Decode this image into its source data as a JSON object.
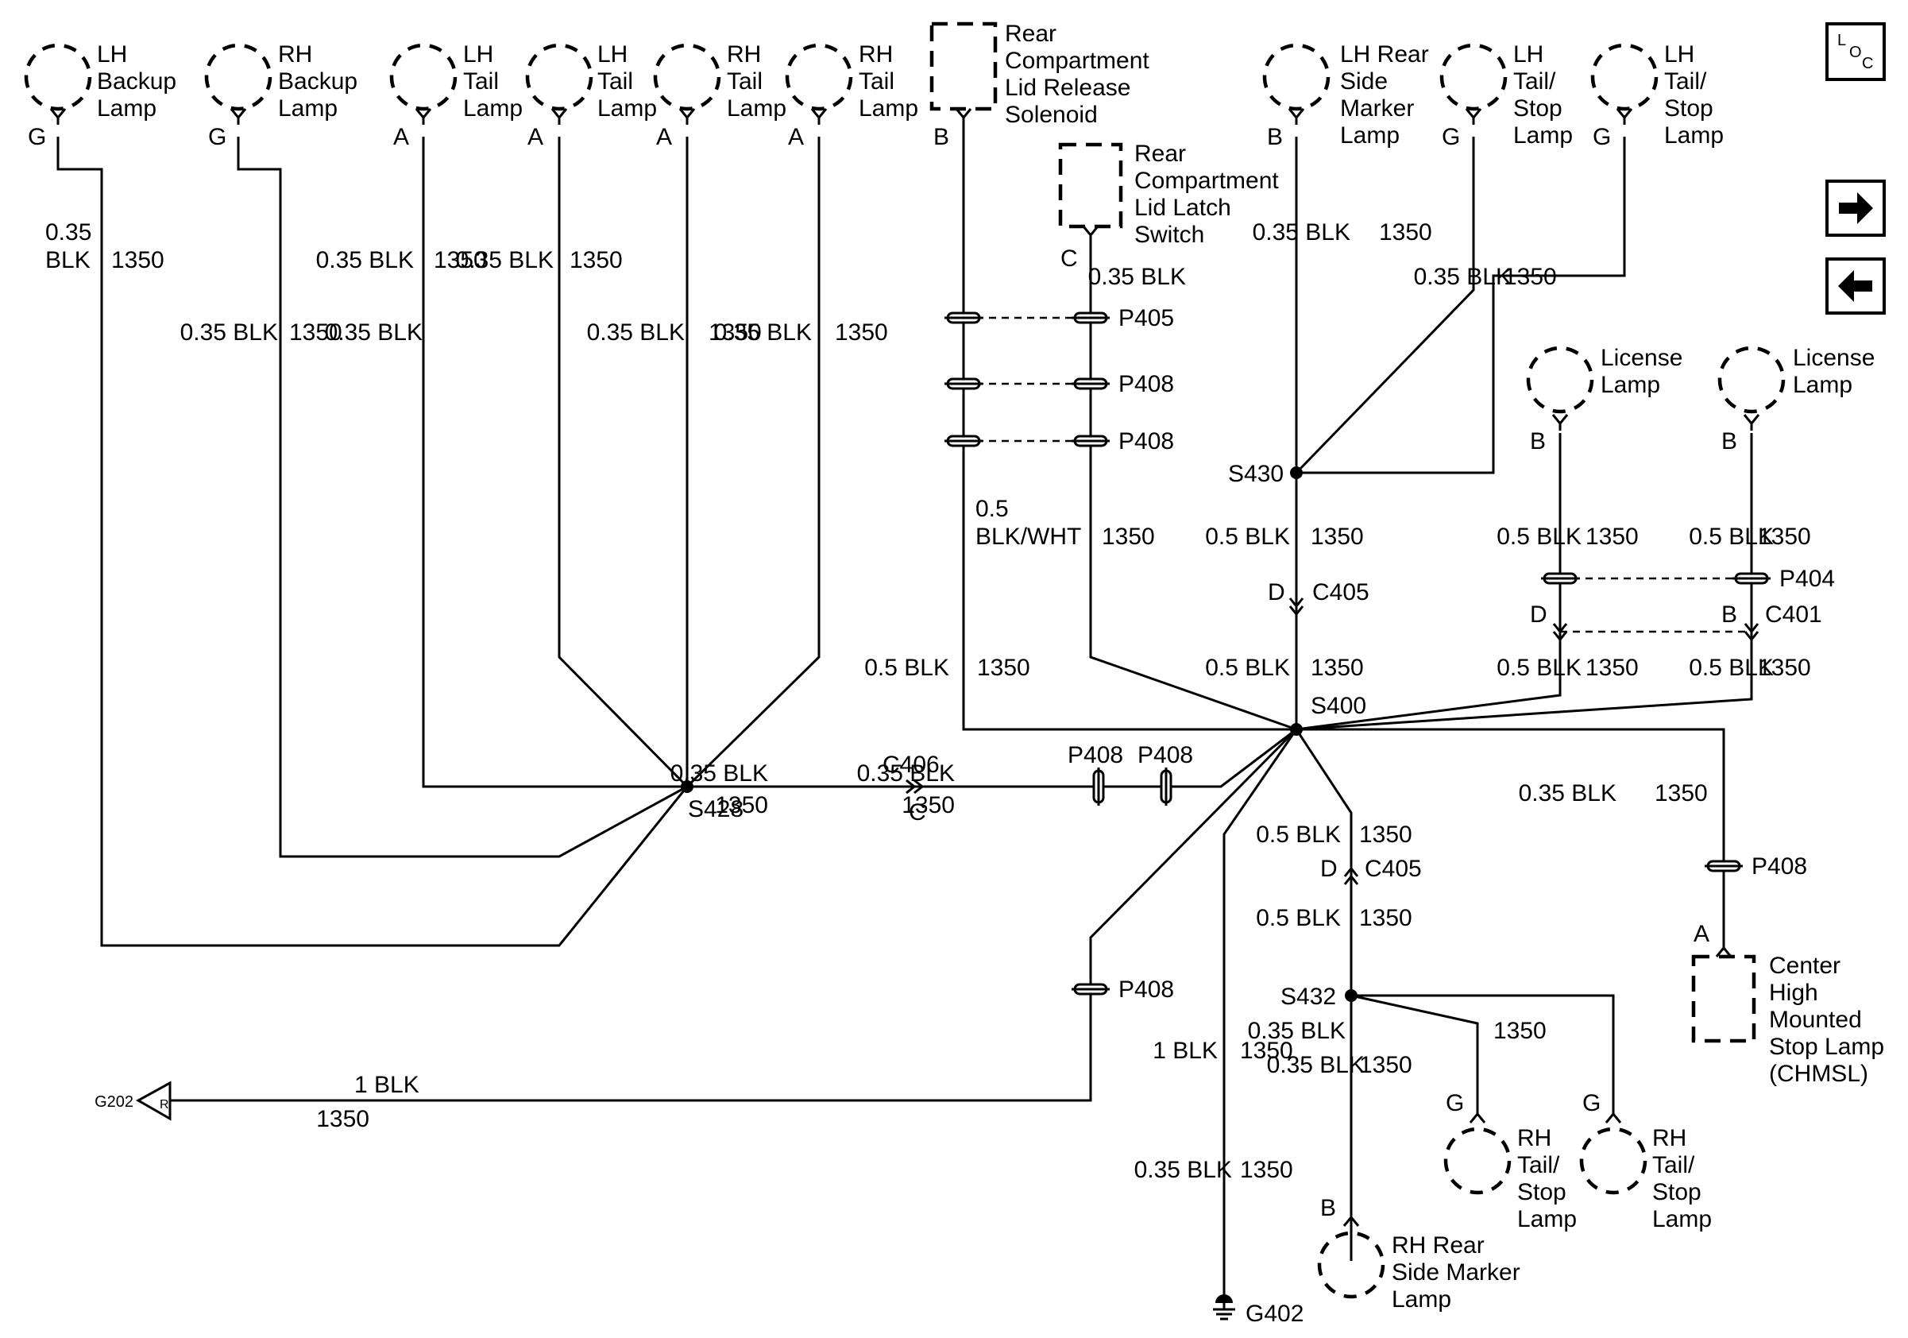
{
  "lamps": {
    "lh_backup": [
      "LH",
      "Backup",
      "Lamp"
    ],
    "rh_backup": [
      "RH",
      "Backup",
      "Lamp"
    ],
    "lh_tail": [
      "LH",
      "Tail",
      "Lamp"
    ],
    "rh_tail": [
      "RH",
      "Tail",
      "Lamp"
    ],
    "lh_rear_side_marker": [
      "LH Rear",
      "Side",
      "Marker",
      "Lamp"
    ],
    "lh_tail_stop": [
      "LH",
      "Tail/",
      "Stop",
      "Lamp"
    ],
    "license": [
      "License",
      "Lamp"
    ],
    "rh_tail_stop": [
      "RH",
      "Tail/",
      "Stop",
      "Lamp"
    ],
    "rh_rear_side_marker": [
      "RH Rear",
      "Side Marker",
      "Lamp"
    ]
  },
  "components": {
    "lid_release": [
      "Rear",
      "Compartment",
      "Lid Release",
      "Solenoid"
    ],
    "lid_latch": [
      "Rear",
      "Compartment",
      "Lid Latch",
      "Switch"
    ],
    "chmsl": [
      "Center",
      "High",
      "Mounted",
      "Stop Lamp",
      "(CHMSL)"
    ]
  },
  "pins": {
    "g": "G",
    "a": "A",
    "b": "B",
    "c": "C",
    "d": "D",
    "r": "R"
  },
  "wires": {
    "w035": "0.35",
    "blk": "BLK",
    "w035blk": "0.35 BLK",
    "w05": "0.5",
    "blkwht": "BLK/WHT",
    "w05blk": "0.5 BLK",
    "w1blk": "1 BLK",
    "circuit": "1350"
  },
  "splices": {
    "s428": "S428",
    "s400": "S400",
    "s430": "S430",
    "s432": "S432"
  },
  "connectors": {
    "p405": "P405",
    "p408": "P408",
    "p404": "P404",
    "c405": "C405",
    "c406": "C406",
    "c401": "C401"
  },
  "grounds": {
    "g202": "G202",
    "g402": "G402"
  },
  "nav": {
    "loc_letters": [
      "L",
      "O",
      "C"
    ],
    "icons": [
      "location-icon",
      "arrow-right-icon",
      "arrow-left-icon"
    ]
  }
}
